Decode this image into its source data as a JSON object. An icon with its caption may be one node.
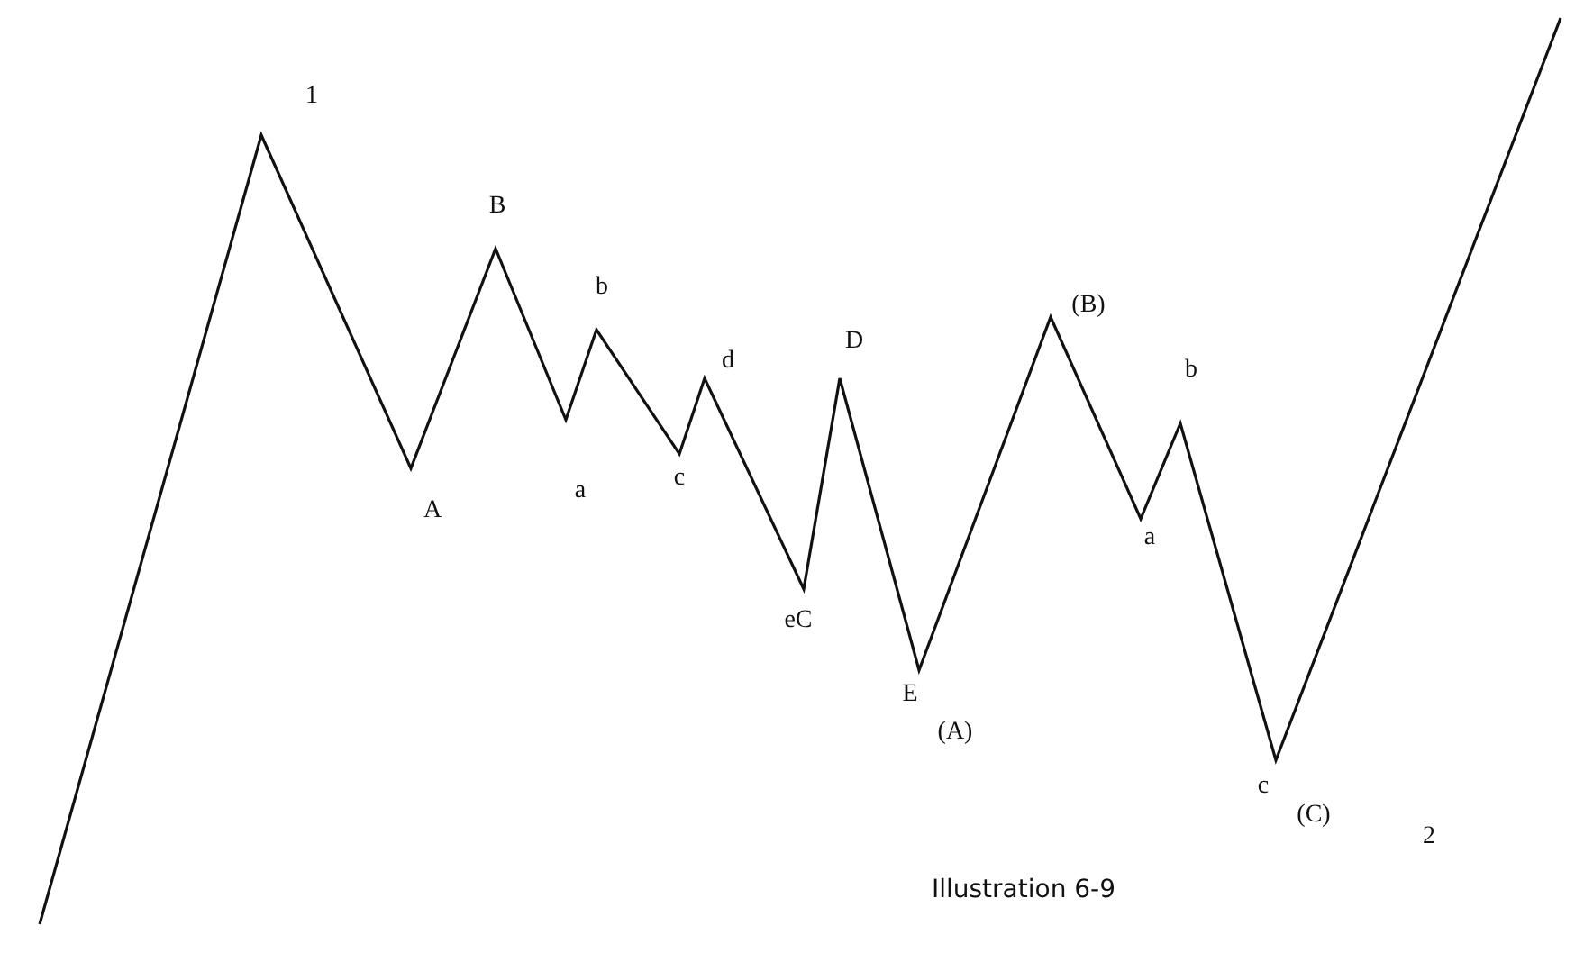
{
  "diagram": {
    "caption": "Illustration 6-9",
    "labels": [
      "1",
      "A",
      "B",
      "a",
      "b",
      "c",
      "d",
      "eC",
      "D",
      "E",
      "(A)",
      "(B)",
      "a",
      "b",
      "c",
      "(C)",
      "2"
    ]
  }
}
